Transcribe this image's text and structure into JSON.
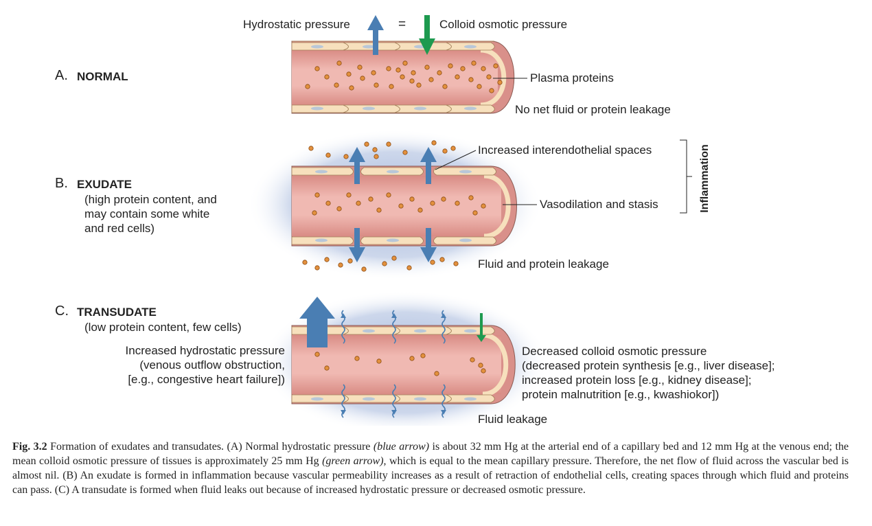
{
  "top": {
    "hydrostatic_label": "Hydrostatic pressure",
    "equals_sign": "=",
    "colloid_label": "Colloid osmotic pressure"
  },
  "panel_a": {
    "letter": "A.",
    "title": "NORMAL",
    "plasma_label": "Plasma proteins",
    "no_leak_label": "No net fluid or protein leakage"
  },
  "panel_b": {
    "letter": "B.",
    "title": "EXUDATE",
    "desc_lines": [
      "(high protein content, and",
      "may contain some white",
      "and red cells)"
    ],
    "spaces_label": "Increased interendothelial spaces",
    "vaso_label": "Vasodilation and stasis",
    "inflammation_label": "Inflammation",
    "leak_label": "Fluid and protein leakage"
  },
  "panel_c": {
    "letter": "C.",
    "title": "TRANSUDATE",
    "desc": "(low protein content, few cells)",
    "left_lines": [
      "Increased hydrostatic pressure",
      "(venous outflow obstruction,",
      "[e.g., congestive heart failure])"
    ],
    "right_lines": [
      "Decreased colloid osmotic pressure",
      "(decreased protein synthesis [e.g., liver disease];",
      "increased protein loss [e.g., kidney disease];",
      "protein malnutrition [e.g., kwashiokor])"
    ],
    "leak_label": "Fluid leakage"
  },
  "caption": {
    "fig_no": "Fig. 3.2",
    "seg1": " Formation of exudates and transudates. (A) Normal hydrostatic pressure ",
    "blue_arrow": "(blue arrow)",
    "seg2": " is about 32 mm Hg at the arterial end of a capillary bed and 12 mm Hg at the venous end; the mean colloid osmotic pressure of tissues is approximately 25 mm Hg ",
    "green_arrow": "(green arrow)",
    "seg3": ", which is equal to the mean capillary pressure. Therefore, the net flow of fluid across the vascular bed is almost nil. (B) An exudate is formed in inflammation because vascular permeability increases as a result of retraction of endothelial cells, creating spaces through which fluid and proteins can pass. (C) A transudate is formed when fluid leaks out because of increased hydrostatic pressure or decreased osmotic pressure."
  },
  "colors": {
    "lumen": "#f0b9b2",
    "lumen_dark": "#d98c85",
    "endothelium": "#f7e0bd",
    "endothelium_edge": "#a07d56",
    "nucleus": "#b8c7d8",
    "outer_wall": "#d9908a",
    "protein": "#e3913e",
    "protein_edge": "#8a4a12",
    "blue_arrow": "#4a7eb3",
    "green_arrow": "#1d9a4f",
    "halo": "#9bb0d6"
  }
}
